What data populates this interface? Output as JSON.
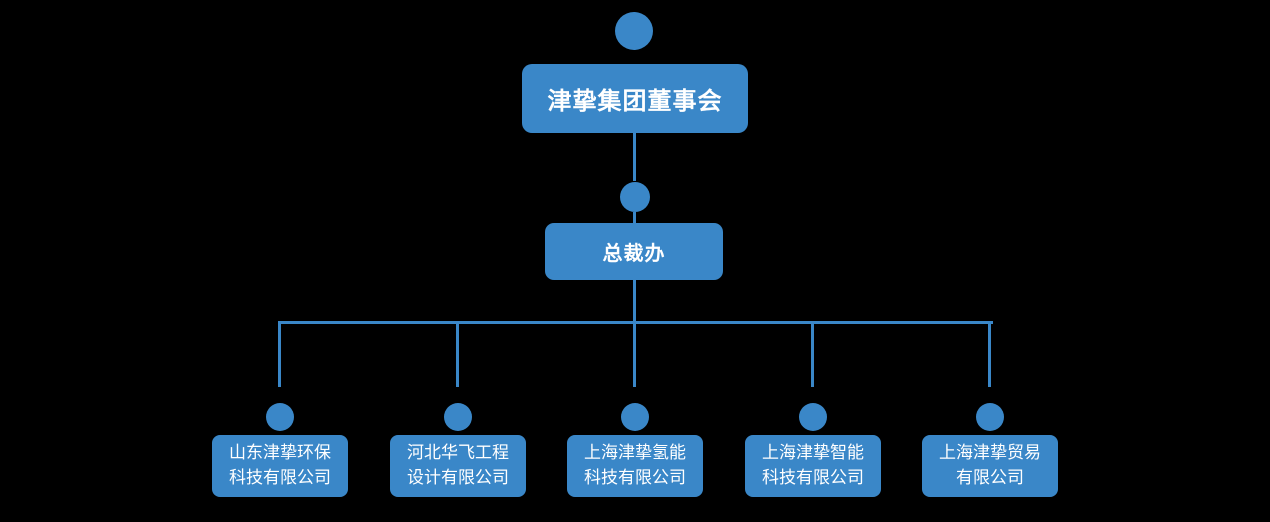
{
  "org_chart": {
    "colors": {
      "node_fill": "#3A87C8",
      "connector": "#3A87C8",
      "text": "#FFFFFF",
      "background": "#000000"
    },
    "root": {
      "label": "津挚集团董事会"
    },
    "level2": {
      "label": "总裁办"
    },
    "subsidiaries": [
      {
        "name": "山东津挚环保科技有限公司",
        "line1": "山东津挚环保",
        "line2": "科技有限公司"
      },
      {
        "name": "河北华飞工程设计有限公司",
        "line1": "河北华飞工程",
        "line2": "设计有限公司"
      },
      {
        "name": "上海津挚氢能科技有限公司",
        "line1": "上海津挚氢能",
        "line2": "科技有限公司"
      },
      {
        "name": "上海津挚智能科技有限公司",
        "line1": "上海津挚智能",
        "line2": "科技有限公司"
      },
      {
        "name": "上海津挚贸易有限公司",
        "line1": "上海津挚贸易",
        "line2": "有限公司"
      }
    ]
  }
}
